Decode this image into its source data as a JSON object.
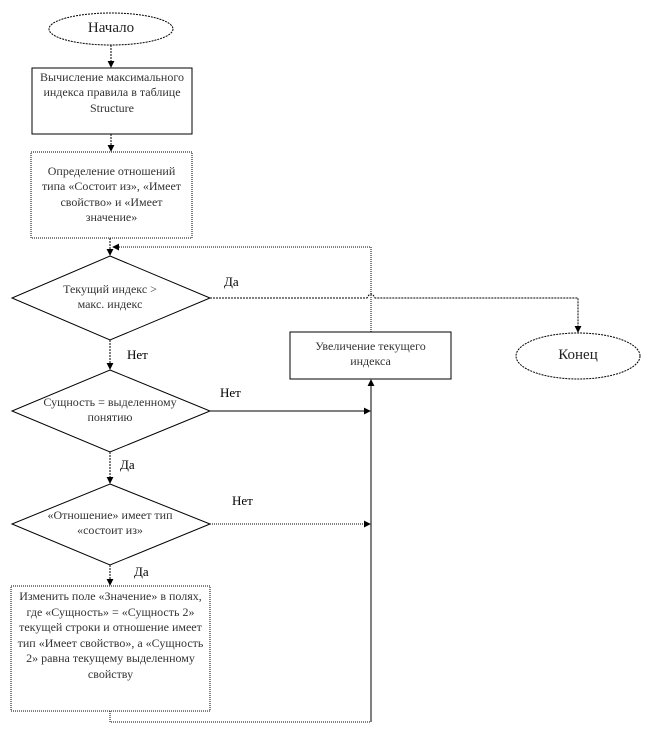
{
  "diagram": {
    "type": "flowchart",
    "nodes": {
      "start": {
        "label": "Начало",
        "shape": "terminator"
      },
      "compute_max": {
        "label": "Вычисление максимального индекса правила в таблице Structure",
        "shape": "process"
      },
      "define_relations": {
        "label": "Определение отношений типа «Состоит из», «Имеет свойство» и «Имеет значение»",
        "shape": "process"
      },
      "check_index": {
        "label": "Текущий индекс > макс. индекс",
        "shape": "decision"
      },
      "check_entity": {
        "label": "Сущность = выделенному понятию",
        "shape": "decision"
      },
      "check_relation": {
        "label": "«Отношение» имеет тип «состоит из»",
        "shape": "decision"
      },
      "modify_value": {
        "label": "Изменить поле «Значение» в полях, где «Сущность» = «Сущность 2» текущей строки и отношение имеет тип «Имеет свойство», а «Сущность 2» равна текущему выделенному свойству",
        "shape": "process"
      },
      "increment": {
        "label": "Увеличение текущего индекса",
        "shape": "process"
      },
      "end": {
        "label": "Конец",
        "shape": "terminator"
      }
    },
    "edges": [
      {
        "from": "start",
        "to": "compute_max",
        "label": ""
      },
      {
        "from": "compute_max",
        "to": "define_relations",
        "label": ""
      },
      {
        "from": "define_relations",
        "to": "check_index",
        "label": ""
      },
      {
        "from": "check_index",
        "to": "end",
        "label": "Да"
      },
      {
        "from": "check_index",
        "to": "check_entity",
        "label": "Нет"
      },
      {
        "from": "check_entity",
        "to": "increment",
        "label": "Нет"
      },
      {
        "from": "check_entity",
        "to": "check_relation",
        "label": "Да"
      },
      {
        "from": "check_relation",
        "to": "increment",
        "label": "Нет"
      },
      {
        "from": "check_relation",
        "to": "modify_value",
        "label": "Да"
      },
      {
        "from": "modify_value",
        "to": "increment",
        "label": ""
      },
      {
        "from": "increment",
        "to": "check_index",
        "label": ""
      }
    ],
    "edge_labels": {
      "index_yes": "Да",
      "index_no": "Нет",
      "entity_no": "Нет",
      "entity_yes": "Да",
      "relation_no": "Нет",
      "relation_yes": "Да"
    }
  }
}
